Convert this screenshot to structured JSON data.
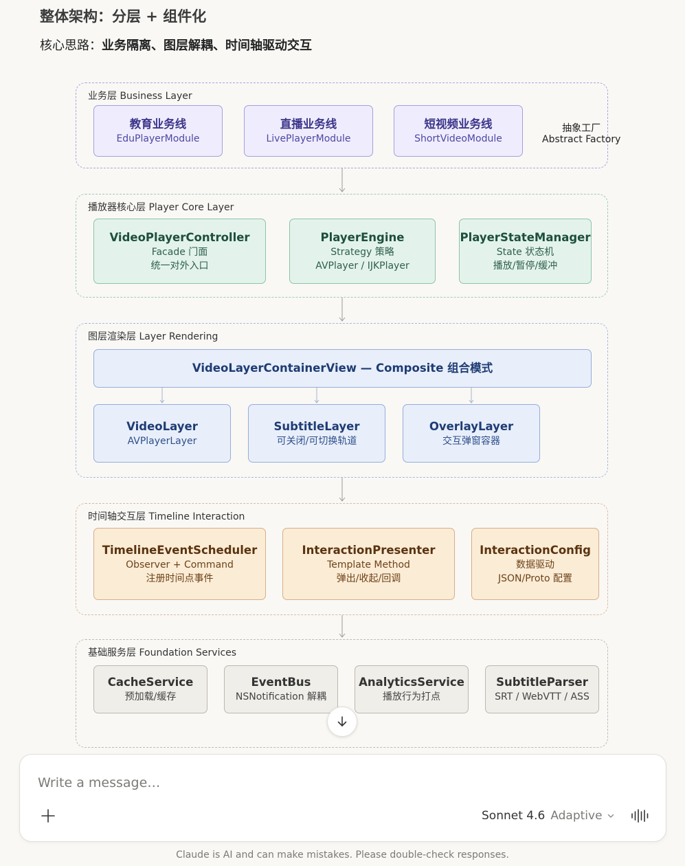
{
  "heading": "整体架构：分层 + 组件化",
  "subheading": {
    "label": "核心思路：",
    "text": "业务隔离、图层解耦、时间轴驱动交互"
  },
  "layers": {
    "business": {
      "title": "业务层 Business Layer",
      "cards": [
        {
          "title": "教育业务线",
          "sub": "EduPlayerModule"
        },
        {
          "title": "直播业务线",
          "sub": "LivePlayerModule"
        },
        {
          "title": "短视频业务线",
          "sub": "ShortVideoModule"
        }
      ],
      "factory": {
        "line1": "抽象工厂",
        "line2": "Abstract Factory"
      }
    },
    "core": {
      "title": "播放器核心层 Player Core Layer",
      "cards": [
        {
          "title": "VideoPlayerController",
          "sub1": "Facade 门面",
          "sub2": "统一对外入口"
        },
        {
          "title": "PlayerEngine",
          "sub1": "Strategy 策略",
          "sub2": "AVPlayer / IJKPlayer"
        },
        {
          "title": "PlayerStateManager",
          "sub1": "State 状态机",
          "sub2": "播放/暂停/缓冲"
        }
      ]
    },
    "render": {
      "title": "图层渲染层 Layer Rendering",
      "container": "VideoLayerContainerView — Composite 组合模式",
      "cards": [
        {
          "title": "VideoLayer",
          "sub": "AVPlayerLayer"
        },
        {
          "title": "SubtitleLayer",
          "sub": "可关闭/可切换轨道"
        },
        {
          "title": "OverlayLayer",
          "sub": "交互弹窗容器"
        }
      ]
    },
    "timeline": {
      "title": "时间轴交互层 Timeline Interaction",
      "cards": [
        {
          "title": "TimelineEventScheduler",
          "sub1": "Observer + Command",
          "sub2": "注册时间点事件"
        },
        {
          "title": "InteractionPresenter",
          "sub1": "Template Method",
          "sub2": "弹出/收起/回调"
        },
        {
          "title": "InteractionConfig",
          "sub1": "数据驱动",
          "sub2": "JSON/Proto 配置"
        }
      ]
    },
    "foundation": {
      "title": "基础服务层 Foundation Services",
      "cards": [
        {
          "title": "CacheService",
          "sub": "预加载/缓存"
        },
        {
          "title": "EventBus",
          "sub": "NSNotification 解耦"
        },
        {
          "title": "AnalyticsService",
          "sub": "播放行为打点"
        },
        {
          "title": "SubtitleParser",
          "sub": "SRT / WebVTT / ASS"
        }
      ]
    }
  },
  "composer": {
    "placeholder": "Write a message…",
    "model": "Sonnet 4.6",
    "mode": "Adaptive"
  },
  "icons": {
    "scroll": "arrow-down-icon",
    "plus": "plus-icon",
    "chevron": "chevron-down-icon",
    "voice": "voice-waveform-icon"
  },
  "disclaimer": "Claude is AI and can make mistakes. Please double-check responses."
}
